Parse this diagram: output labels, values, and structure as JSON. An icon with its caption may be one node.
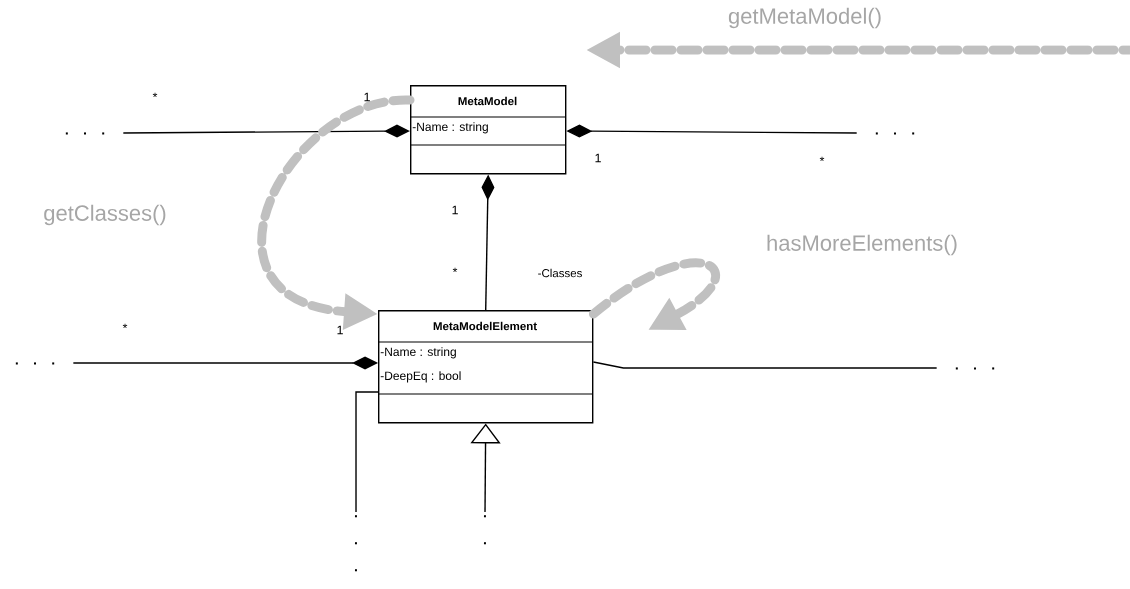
{
  "diagram": {
    "nodes": [
      {
        "text": [
          "MetaModel",
          "-Name : string"
        ]
      },
      {
        "text": [
          "MetaModelElement",
          "-Name : string",
          "-DeepEq : bool"
        ]
      },
      {
        "text": [
          ". . ."
        ]
      },
      {
        "text": [
          ". . ."
        ]
      },
      {
        "text": [
          ". . ."
        ]
      },
      {
        "text": [
          ". . ."
        ]
      },
      {
        "text": [
          ". . ."
        ]
      },
      {
        "text": [
          ". ."
        ]
      }
    ],
    "edges": [
      {
        "from": 2,
        "to": 0,
        "arrow": "other"
      },
      {
        "from": 3,
        "to": 0,
        "arrow": "other"
      },
      {
        "from": 1,
        "to": 0,
        "arrow": "other",
        "label": "-Classes"
      },
      {
        "from": 4,
        "to": 1,
        "arrow": "other"
      },
      {
        "from": 1,
        "to": 5,
        "arrow": "none"
      },
      {
        "from": 1,
        "to": 6,
        "arrow": "none"
      },
      {
        "from": 7,
        "to": 1,
        "arrow": "to"
      },
      {
        "from": 0,
        "to": 1,
        "arrow": "to",
        "label": "getClasses()",
        "style": "dashed",
        "color": "#c0c0c0"
      },
      {
        "from": 1,
        "to": null,
        "arrow": "to",
        "label": "hasMoreElements()",
        "style": "dashed",
        "color": "#c0c0c0"
      }
    ],
    "labels": [
      "getMetaModel()",
      "*",
      "1",
      "1",
      "*",
      "1",
      "*",
      "*",
      "1"
    ]
  }
}
